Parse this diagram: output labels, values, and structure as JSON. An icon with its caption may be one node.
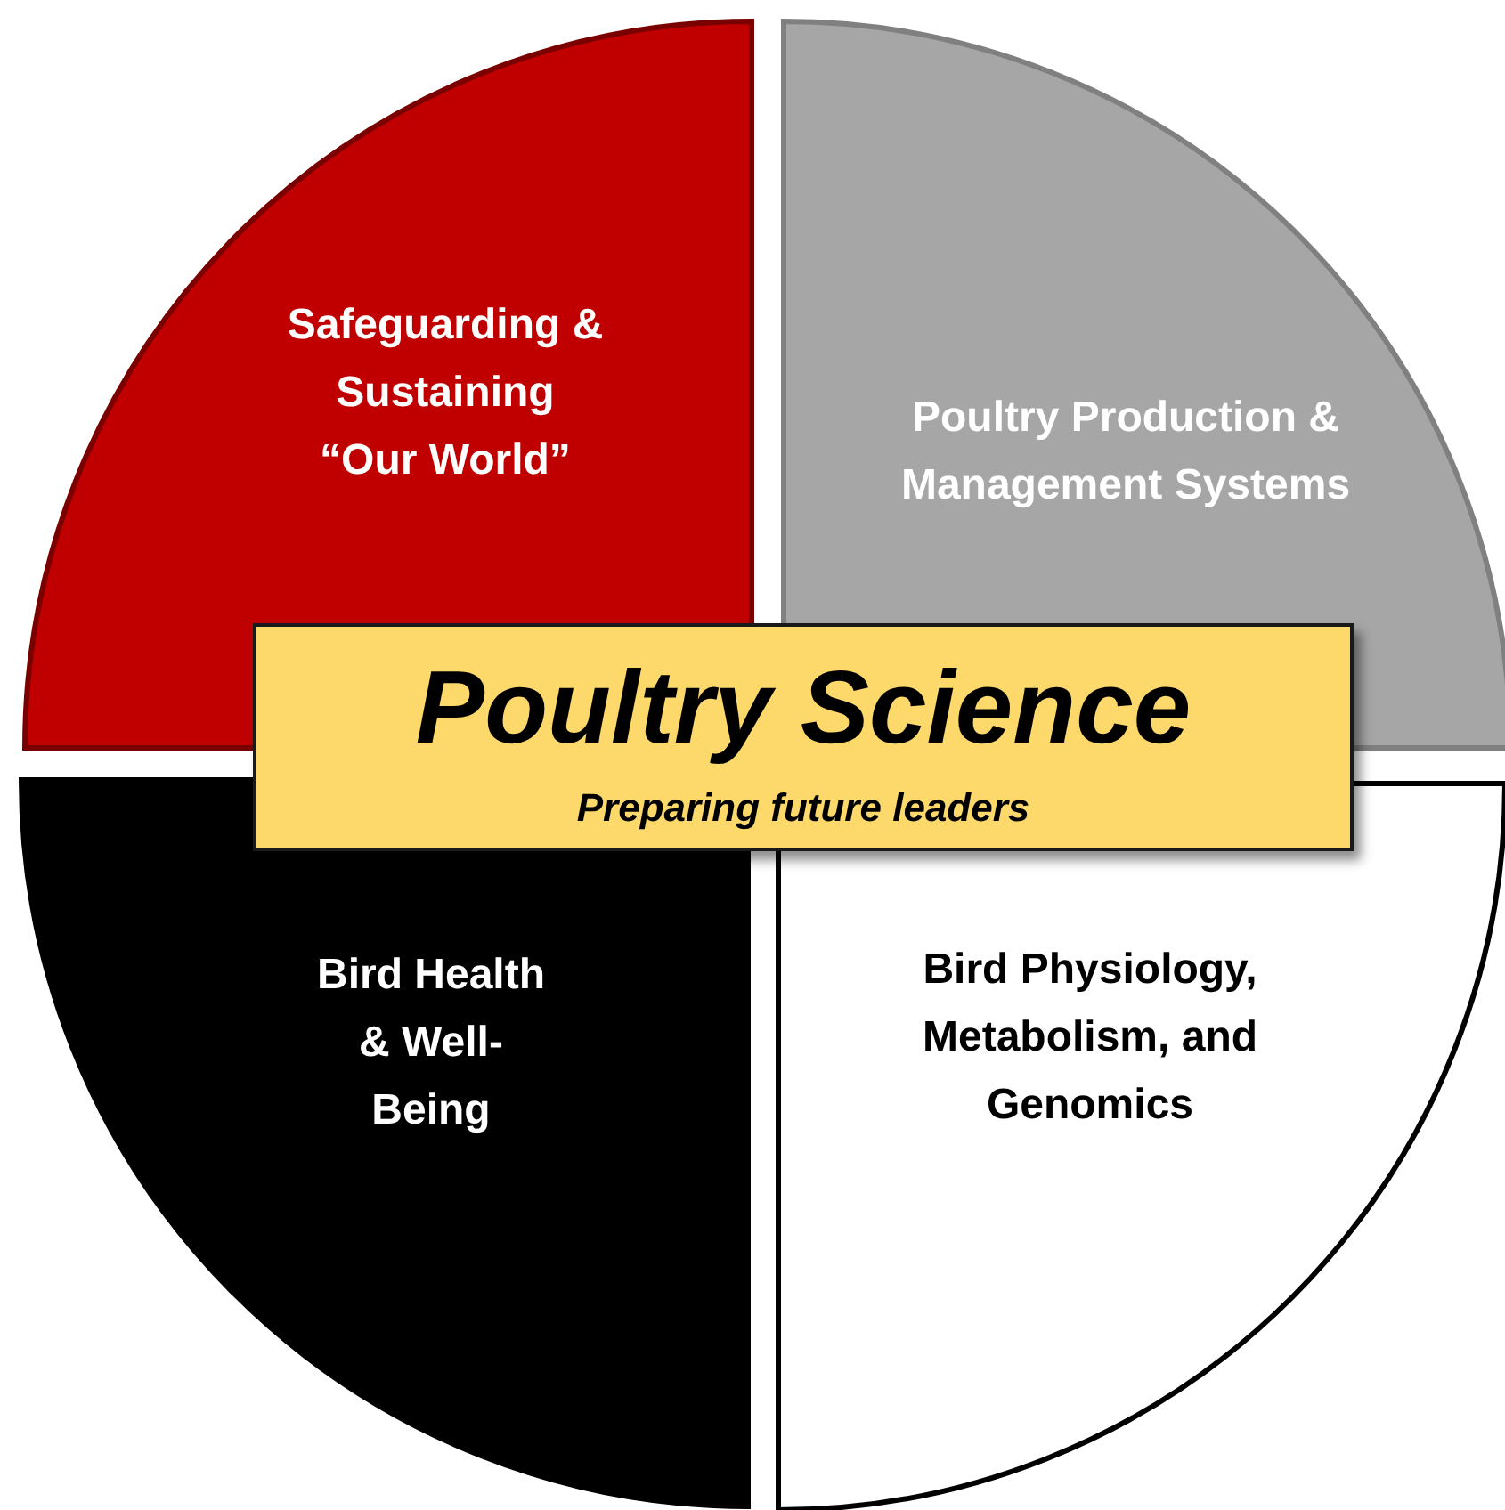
{
  "diagram": {
    "nodes": [
      {
        "text": [
          "Safeguarding & Sustaining “Our World”"
        ]
      },
      {
        "text": [
          "Poultry Production & Management Systems"
        ]
      },
      {
        "text": [
          "Bird Health & Well-Being"
        ]
      },
      {
        "text": [
          "Bird Physiology, Metabolism, and Genomics"
        ]
      },
      {
        "text": [
          "Poultry Science",
          "Preparing future leaders"
        ]
      }
    ]
  }
}
